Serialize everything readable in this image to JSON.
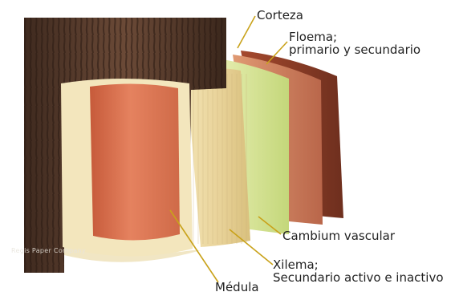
{
  "labels": {
    "corteza": "Corteza",
    "floema_1": "Floema;",
    "floema_2": "primario y secundario",
    "cambium": "Cambium vascular",
    "xilema_1": "Xilema;",
    "xilema_2": "Secundario activo e inactivo",
    "medula": "Médula"
  },
  "credit": "Regis Paper Company",
  "colors": {
    "bark": "#5a3e2e",
    "heartwood": "#e07a57",
    "sapwood": "#ecd9a5",
    "cambium": "#d3e48a",
    "phloem": "#d07b57",
    "outer_bark": "#8b3f28",
    "leader": "#c9a21a"
  }
}
